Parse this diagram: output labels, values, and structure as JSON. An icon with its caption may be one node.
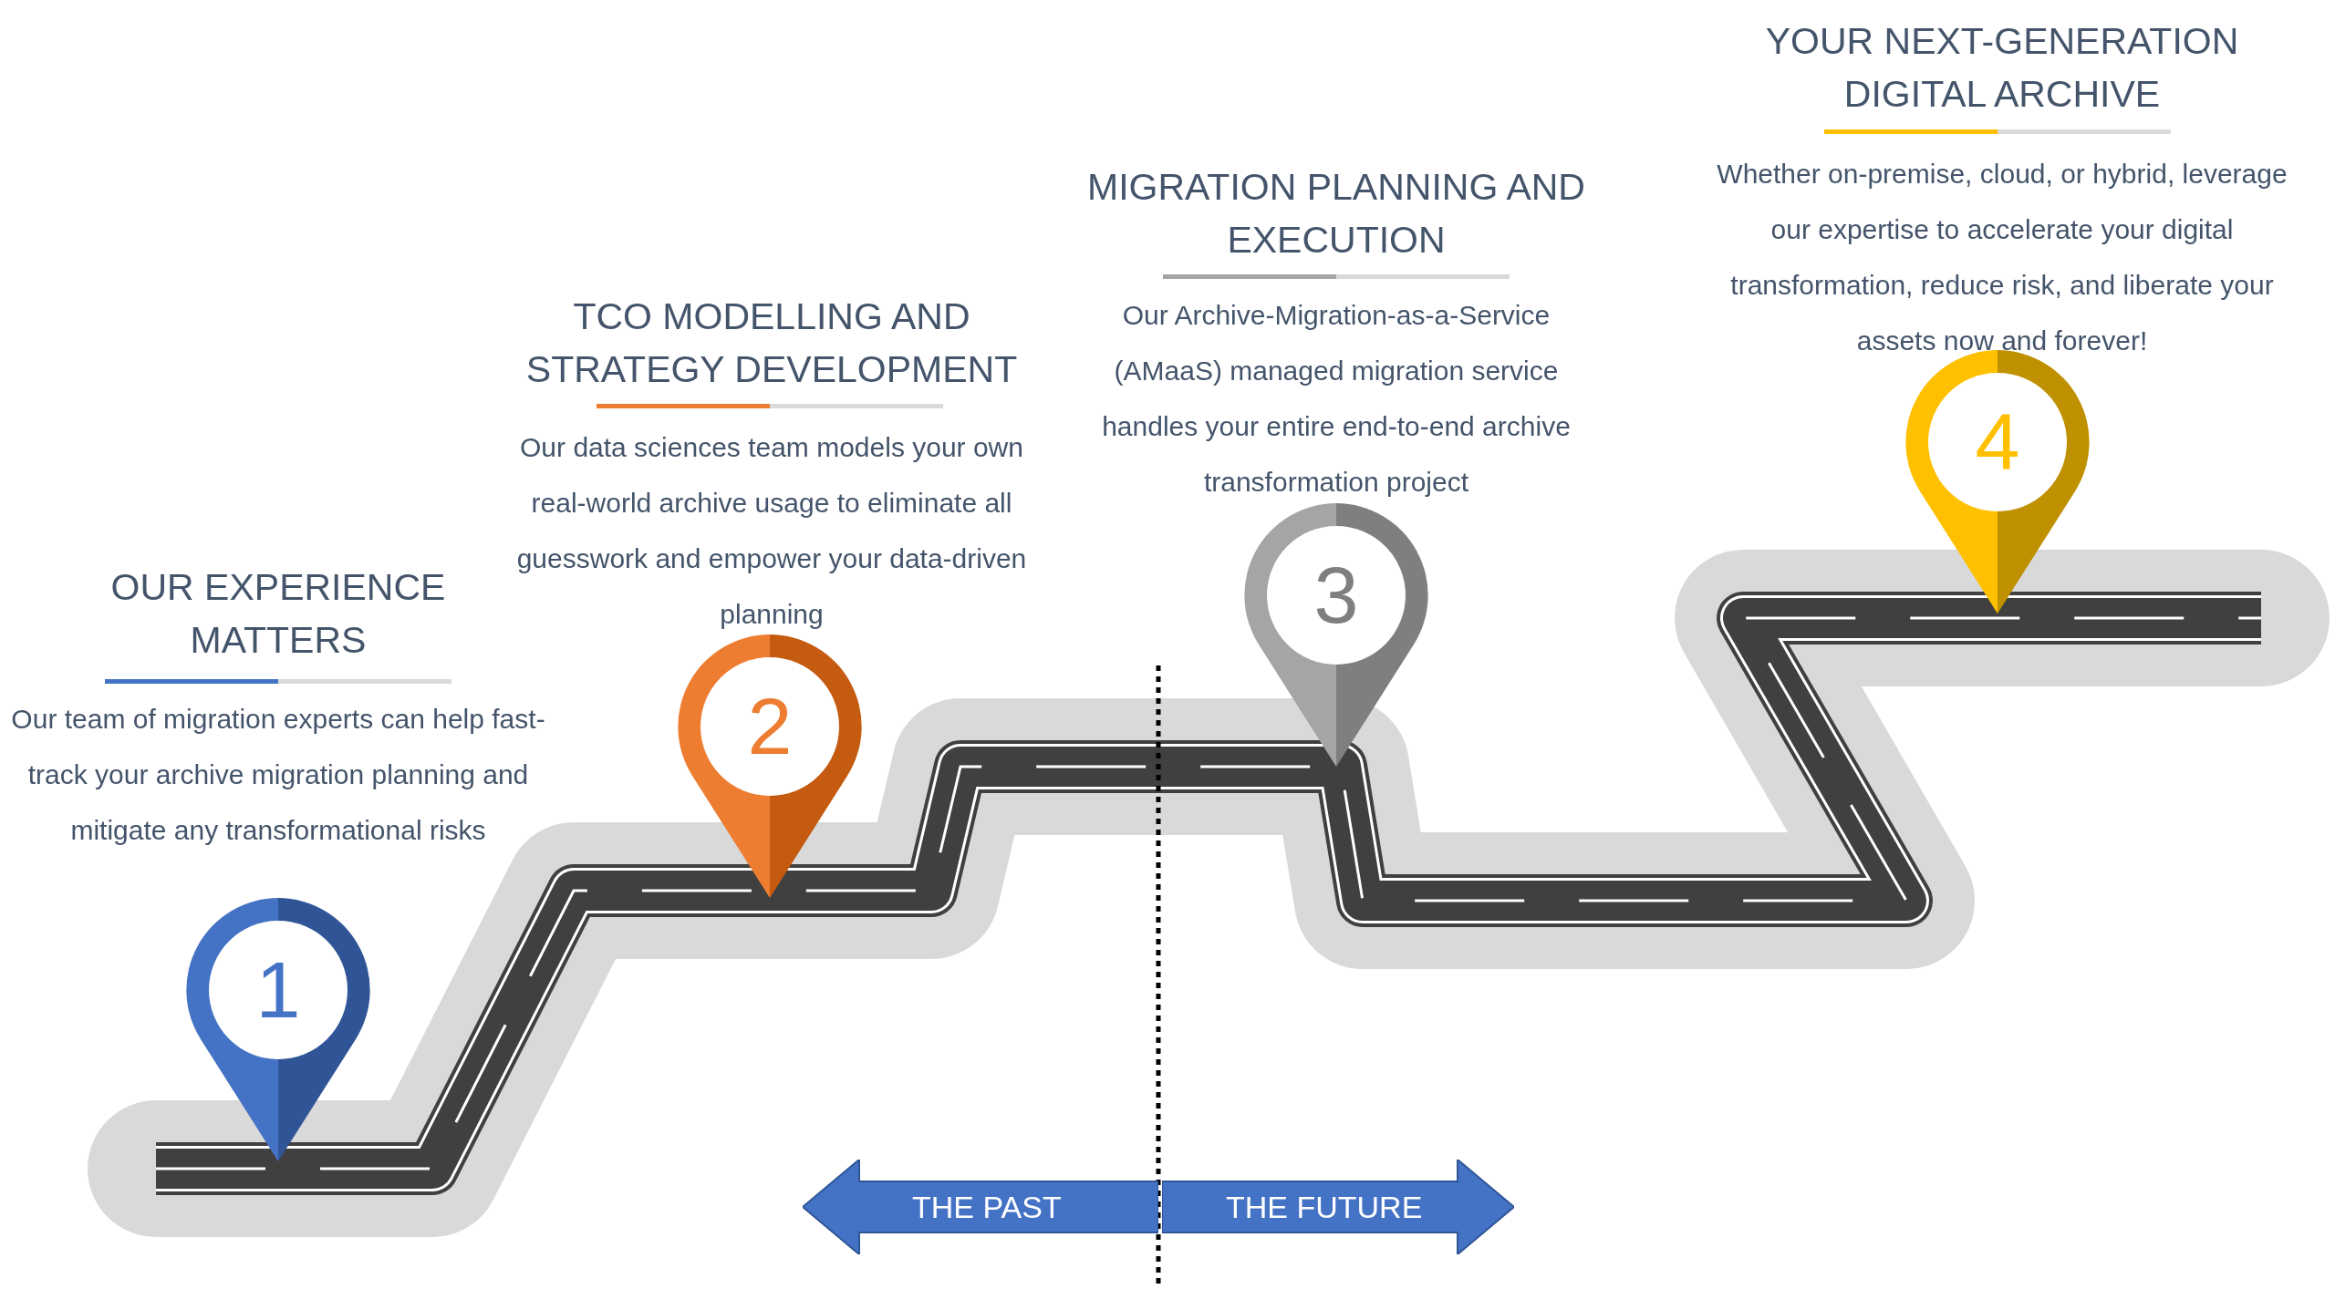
{
  "diagram": {
    "nodes": [
      {
        "text": [
          "1"
        ],
        "beside": [
          "OUR EXPERIENCE MATTERS",
          "Our team of migration experts can help fast-track your archive migration planning and mitigate any transformational risks"
        ]
      },
      {
        "text": [
          "2"
        ],
        "beside": [
          "TCO MODELLING AND STRATEGY DEVELOPMENT",
          "Our data sciences team models your own real-world archive usage to eliminate all guesswork and empower your data-driven planning"
        ]
      },
      {
        "text": [
          "3"
        ],
        "beside": [
          "MIGRATION PLANNING AND EXECUTION",
          "Our Archive-Migration-as-a-Service (AMaaS) managed migration service handles your entire end-to-end archive transformation project"
        ]
      },
      {
        "text": [
          "4"
        ],
        "beside": [
          "YOUR NEXT-GENERATION DIGITAL ARCHIVE",
          "Whether on-premise, cloud, or hybrid, leverage our expertise to accelerate your digital transformation, reduce risk, and liberate your assets now and forever!"
        ]
      },
      {
        "text": [
          "THE PAST"
        ]
      },
      {
        "text": [
          "THE FUTURE"
        ]
      }
    ]
  }
}
